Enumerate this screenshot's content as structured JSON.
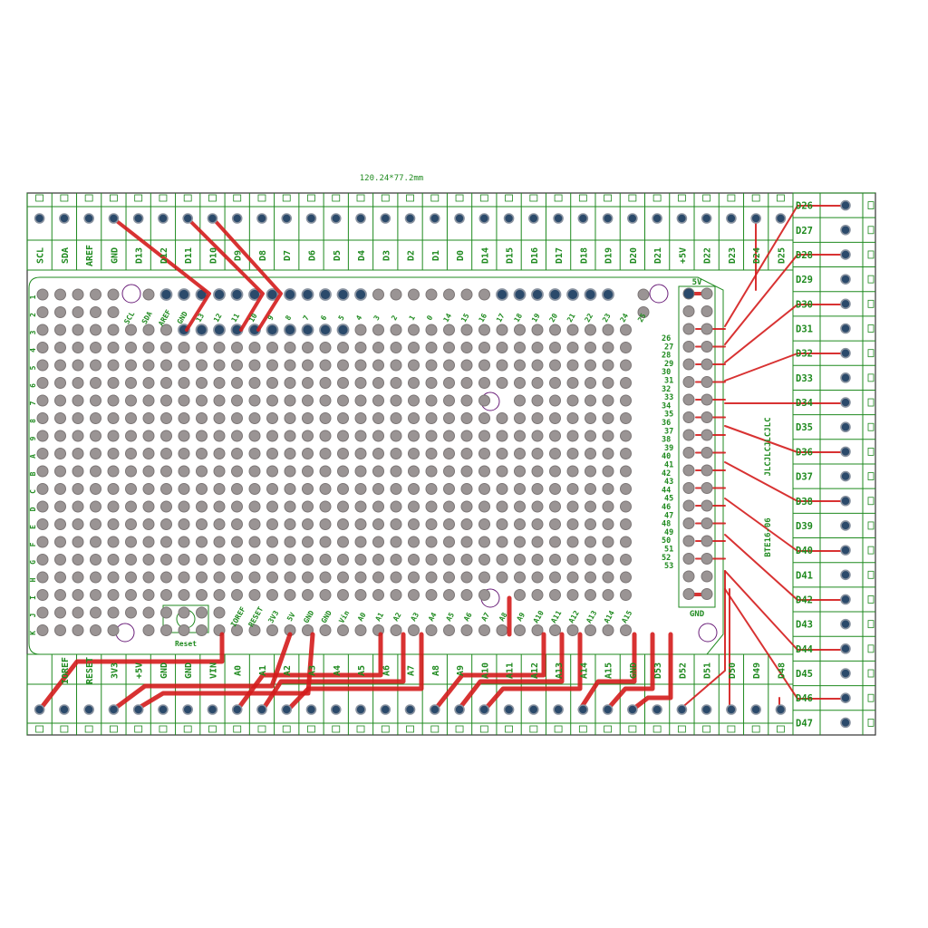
{
  "title": "120.24*77.2mm",
  "colors": {
    "silk": "#1f8a1f",
    "trace": "#d41c1c",
    "pad_plated": "#2b4a6b",
    "pad_ring": "#8a93a0",
    "pad_gray": "#9a9494",
    "outline": "#6b1f7a",
    "board": "#ffffff"
  },
  "top_terminals": [
    "SCL",
    "SDA",
    "AREF",
    "GND",
    "D13",
    "D12",
    "D11",
    "D10",
    "D9",
    "D8",
    "D7",
    "D6",
    "D5",
    "D4",
    "D3",
    "D2",
    "D1",
    "D0",
    "D14",
    "D15",
    "D16",
    "D17",
    "D18",
    "D19",
    "D20",
    "D21",
    "+5V",
    "D22",
    "D23",
    "D24",
    "D25"
  ],
  "right_terminals": [
    "D26",
    "D27",
    "D28",
    "D29",
    "D30",
    "D31",
    "D32",
    "D33",
    "D34",
    "D35",
    "D36",
    "D37",
    "D38",
    "D39",
    "D40",
    "D41",
    "D42",
    "D43",
    "D44",
    "D45",
    "D46",
    "D47"
  ],
  "bottom_terminals": [
    "",
    "IOREF",
    "RESET",
    "3V3",
    "+5V",
    "GND",
    "GND",
    "VIN",
    "A0",
    "A1",
    "A2",
    "A3",
    "A4",
    "A5",
    "A6",
    "A7",
    "A8",
    "A9",
    "A10",
    "A11",
    "A12",
    "A13",
    "A14",
    "A15",
    "GND",
    "D53",
    "D52",
    "D51",
    "D50",
    "D49",
    "D48"
  ],
  "row_labels": [
    "1",
    "2",
    "3",
    "4",
    "5",
    "6",
    "7",
    "8",
    "9",
    "A",
    "B",
    "C",
    "D",
    "E",
    "F",
    "G",
    "H",
    "I",
    "J",
    "K"
  ],
  "header_top_labels": [
    "SCL",
    "SDA",
    "AREF",
    "GND",
    "13",
    "12",
    "11",
    "10",
    "9",
    "8",
    "7",
    "6",
    "5",
    "4",
    "3",
    "2",
    "1",
    "0",
    "14",
    "15",
    "16",
    "17",
    "18",
    "19",
    "20",
    "21",
    "22",
    "23",
    "24",
    "25"
  ],
  "header_bottom_labels": [
    "IOREF",
    "RESET",
    "3V3",
    "5V",
    "GND",
    "GND",
    "Vin",
    "A0",
    "A1",
    "A2",
    "A3",
    "A4",
    "A5",
    "A6",
    "A7",
    "A8",
    "A9",
    "A10",
    "A11",
    "A12",
    "A13",
    "A14",
    "A15"
  ],
  "double_header_labels": [
    "26",
    "27",
    "28",
    "29",
    "30",
    "31",
    "32",
    "33",
    "34",
    "35",
    "36",
    "37",
    "38",
    "39",
    "40",
    "41",
    "42",
    "43",
    "44",
    "45",
    "46",
    "47",
    "48",
    "49",
    "50",
    "51",
    "52",
    "53"
  ],
  "connector": {
    "top": "5V",
    "bottom": "GND",
    "silk1": "JLCJLCJLCJLC",
    "silk2": "BTE16-06"
  },
  "reset_button": "Reset"
}
